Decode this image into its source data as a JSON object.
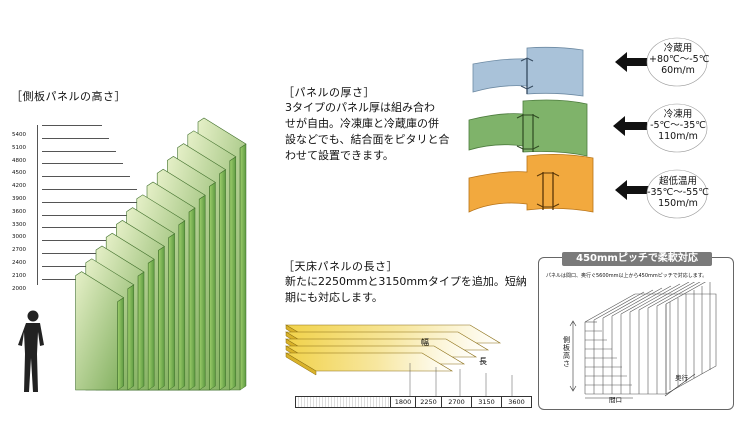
{
  "side_panel": {
    "heading": "［側板パネルの高さ］",
    "heights": [
      "5400",
      "5100",
      "4800",
      "4500",
      "4200",
      "3900",
      "3600",
      "3300",
      "3000",
      "2700",
      "2400",
      "2100",
      "2000"
    ]
  },
  "thickness": {
    "heading": "［パネルの厚さ］",
    "lines": [
      "3タイプのパネル厚は組み合わ",
      "せが自由。冷凍庫と冷蔵庫の併",
      "設などでも、結合面をピタリと合",
      "わせて設置できます。"
    ],
    "labels": [
      {
        "name": "冷蔵用",
        "range": "+80℃～-5℃",
        "thickness": "60m/m"
      },
      {
        "name": "冷凍用",
        "range": "-5℃～-35℃",
        "thickness": "110m/m"
      },
      {
        "name": "超低温用",
        "range": "-35℃～-55℃",
        "thickness": "150m/m"
      }
    ],
    "colors": {
      "blue": "#a9c2d9",
      "green": "#7fb36a",
      "orange": "#f2a93e"
    }
  },
  "ceiling": {
    "heading": "［天床パネルの長さ］",
    "lines": [
      "新たに2250mmと3150mmタイプを追加。短納",
      "期にも対応します。"
    ],
    "axis_labels": [
      "幅",
      "長"
    ],
    "lengths": [
      "1800",
      "2250",
      "2700",
      "3150",
      "3600"
    ]
  },
  "pitch": {
    "title": "450mmピッチで柔軟対応",
    "note": "パネルは間口、奥行ぐ5600mm以上から450mmピッチで対応します。",
    "axis_labels": [
      "側板高さ",
      "奥行",
      "間口"
    ]
  }
}
